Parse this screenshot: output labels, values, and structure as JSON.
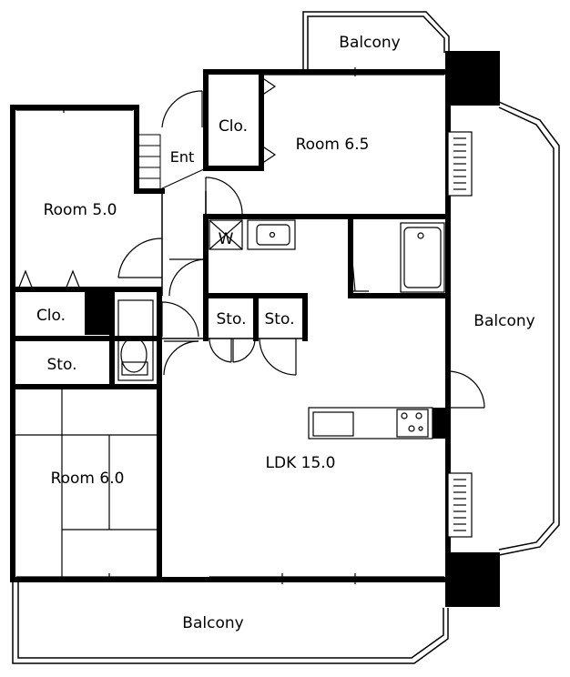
{
  "colors": {
    "wall": "#000000",
    "background": "#ffffff",
    "line": "#000000"
  },
  "labels": {
    "balcony_top": "Balcony",
    "clo_top": "Clo.",
    "room_6_5": "Room 6.5",
    "ent": "Ent",
    "room_5_0": "Room 5.0",
    "w": "W",
    "clo_left": "Clo.",
    "sto_left": "Sto.",
    "sto_mid_1": "Sto.",
    "sto_mid_2": "Sto.",
    "balcony_right": "Balcony",
    "room_6_0": "Room 6.0",
    "ldk": "LDK 15.0",
    "balcony_bottom": "Balcony"
  }
}
